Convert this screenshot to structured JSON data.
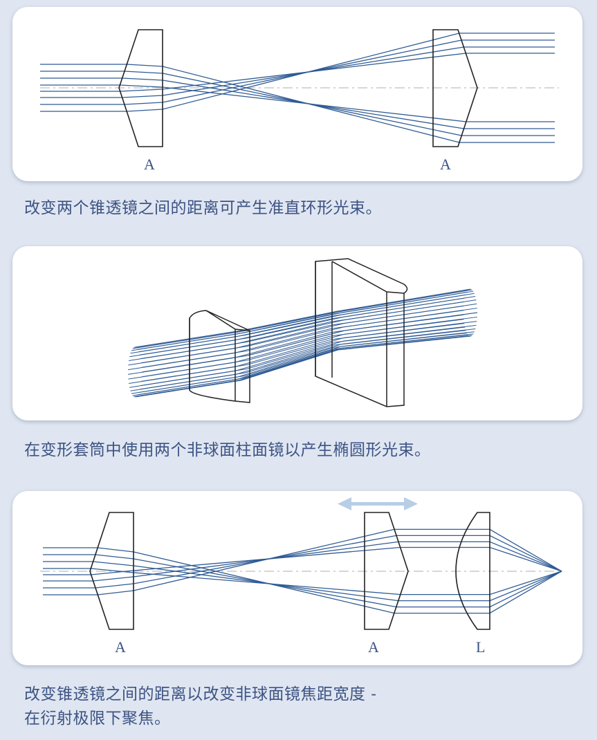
{
  "panels": [
    {
      "labels": [
        "A",
        "A"
      ],
      "caption": "改变两个锥透镜之间的距离可产生准直环形光束。"
    },
    {
      "caption": "在变形套筒中使用两个非球面柱面镜以产生椭圆形光束。"
    },
    {
      "labels": [
        "A",
        "A",
        "L"
      ],
      "caption_line1": "改变锥透镜之间的距离以改变非球面镜焦距宽度 -",
      "caption_line2": "在衍射极限下聚焦。"
    }
  ],
  "colors": {
    "ray": "#2f5b94",
    "lens": "#222222",
    "axis": "#c8c8c8",
    "arrow": "#b8cde6",
    "background": "#dfe6f1",
    "text": "#3d5384"
  }
}
